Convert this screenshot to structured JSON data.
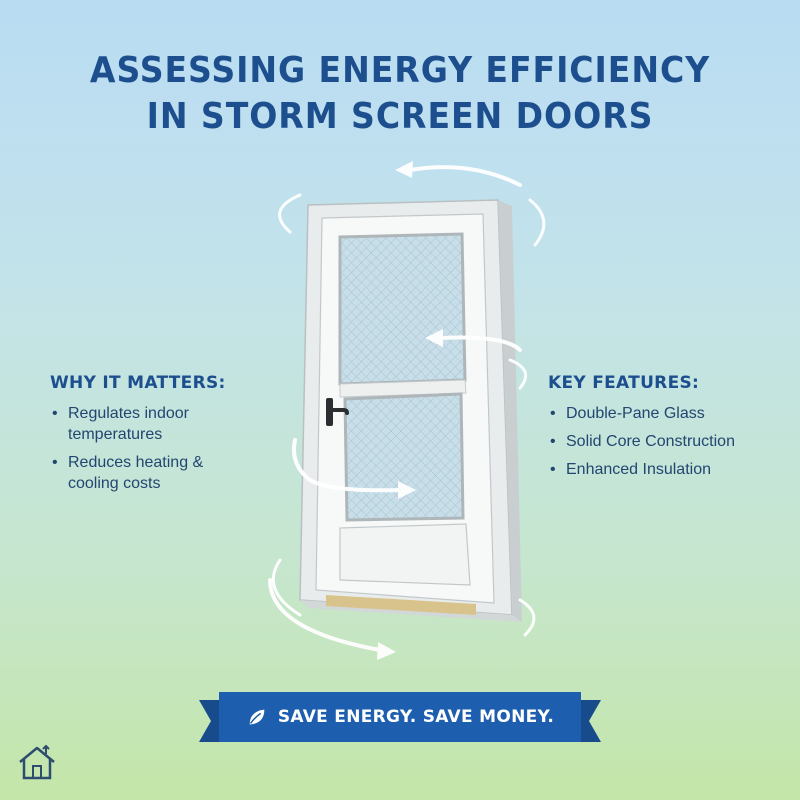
{
  "title": {
    "line1": "ASSESSING ENERGY EFFICIENCY",
    "line2": "IN STORM SCREEN DOORS"
  },
  "why_it_matters": {
    "heading": "WHY IT MATTERS:",
    "items": [
      "Regulates indoor temperatures",
      "Reduces heating & cooling costs"
    ]
  },
  "key_features": {
    "heading": "KEY FEATURES:",
    "items": [
      "Double-Pane Glass",
      "Solid Core Construction",
      "Enhanced Insulation"
    ]
  },
  "banner": {
    "text": "SAVE ENERGY. SAVE MONEY.",
    "icon": "leaf-icon"
  },
  "logo": {
    "icon": "house-icon"
  },
  "colors": {
    "title": "#1d4f8f",
    "banner": "#1d5fae",
    "frame": "#f4f6f6",
    "glass": "#c5dde8",
    "threshold": "#d9c38c"
  }
}
